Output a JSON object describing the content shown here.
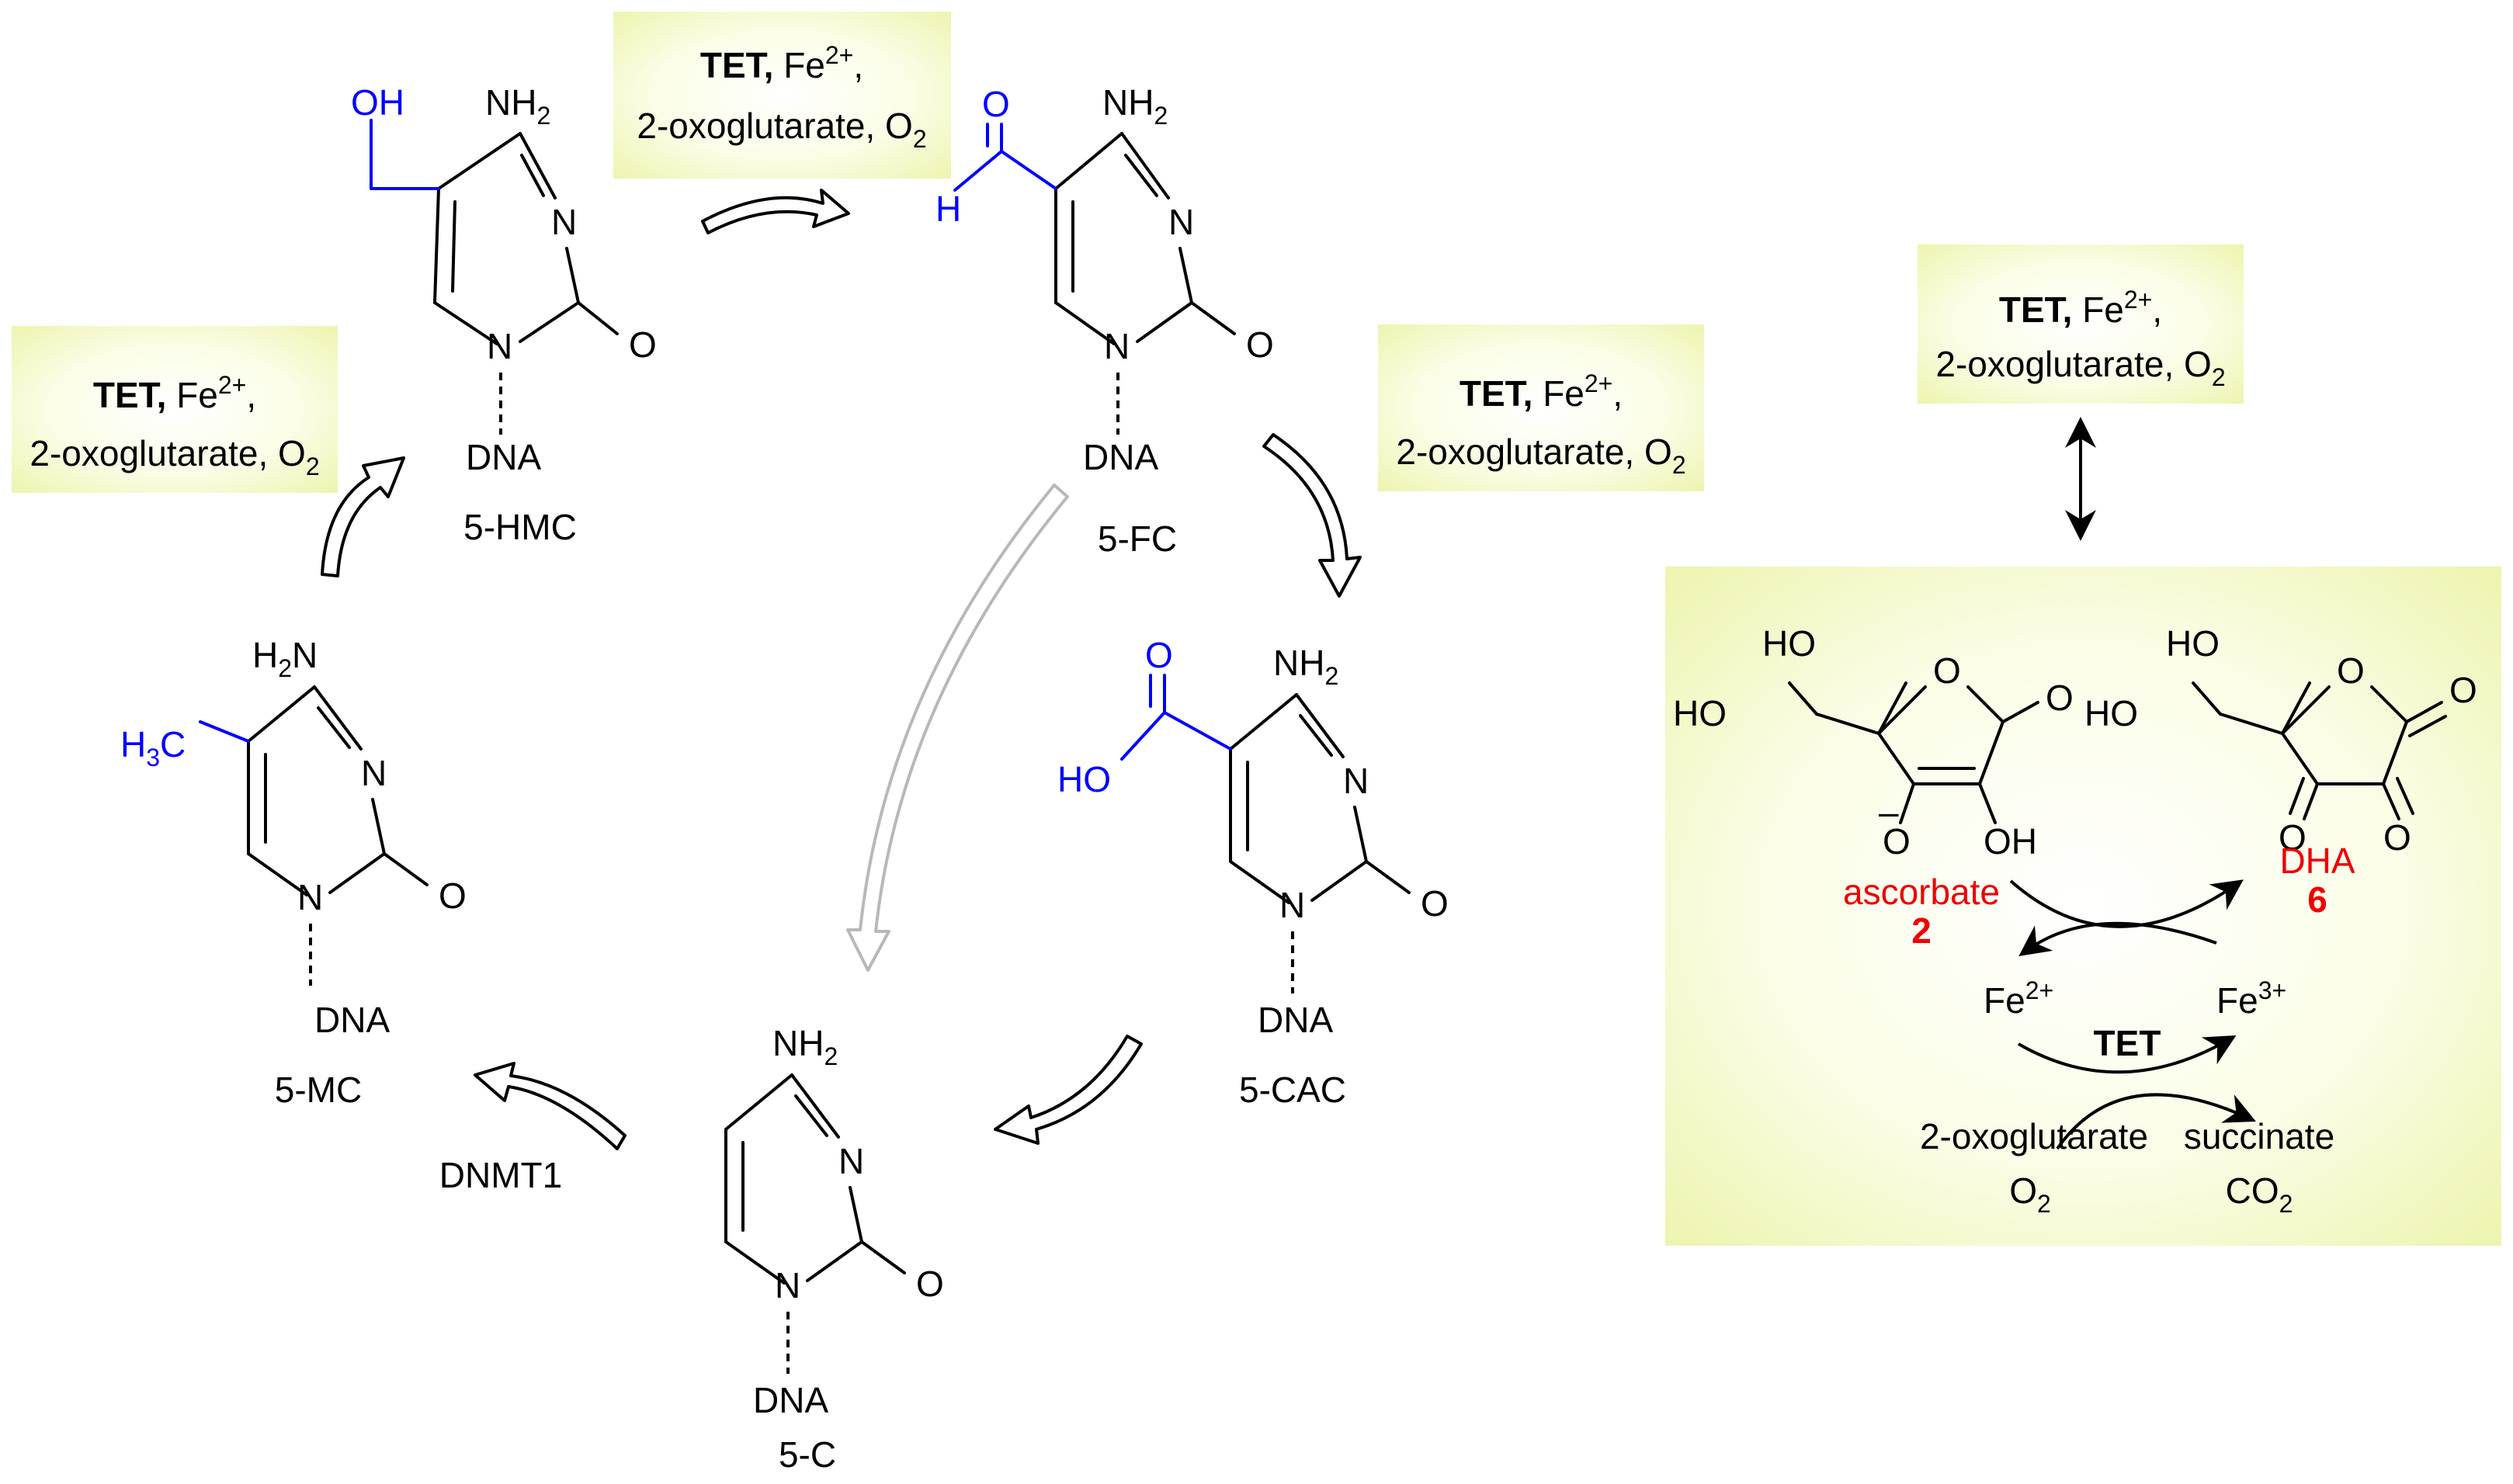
{
  "conditions": {
    "enzyme": "TET,",
    "enzyme_bold": "TET",
    "metal": "Fe",
    "metal_charge": "2+",
    "comma": ",",
    "cofactor": "2-oxoglutarate, O",
    "oxygen_sub": "2"
  },
  "compounds": {
    "hmc": "5-HMC",
    "fc": "5-FC",
    "cac": "5-CAC",
    "c": "5-C",
    "mc": "5-MC"
  },
  "atoms": {
    "amine": "NH",
    "amine_left": "H",
    "amine_left_n": "N",
    "two": "2",
    "n": "N",
    "o": "O",
    "dna": "DNA",
    "oh": "OH",
    "h": "H",
    "ho": "HO",
    "methyl": "H",
    "methyl_c": "C",
    "three": "3",
    "minus": "–"
  },
  "enzymes": {
    "dnmt1": "DNMT1"
  },
  "redox": {
    "ascorbate": "ascorbate",
    "ascorbate_num": "2",
    "dha": "DHA",
    "dha_num": "6",
    "fe2": "Fe",
    "fe2_charge": "2+",
    "fe3": "Fe",
    "fe3_charge": "3+",
    "tet": "TET",
    "oxoglutarate": "2-oxoglutarate",
    "o2": "O",
    "o2_sub": "2",
    "succinate": "succinate",
    "co2": "CO",
    "co2_sub": "2"
  },
  "colors": {
    "box_fill": "#f2f6b8",
    "highlight": "#0000ff",
    "label_red": "#ee0000"
  }
}
